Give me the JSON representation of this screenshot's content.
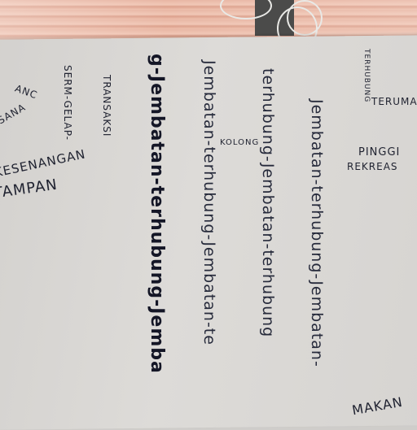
{
  "board_texts": {
    "col1": "g-Jembatan-terhubung-Jemba",
    "col2": "Jembatan-terhubung-Jembatan-te",
    "col3": "terhubung-Jembatan-terhubung",
    "col4": "Jembatan-terhubung-Jembatan-",
    "kolong": "KOLONG",
    "terhubung_small": "TERHUBUNG",
    "transaksi": "TRANSAKSI",
    "seram_gelap": "SERM-GELAP-",
    "anc": "ANC",
    "suasana_partial": "SUASANA",
    "kesenangan": "KESENANGAN",
    "tampan": "TAMPAN",
    "terumah": "TERUMAH",
    "pinggir": "PINGGI",
    "rekreasi": "REKREAS",
    "makan": "MAKAN"
  },
  "colors": {
    "roof": "#e8b6a4",
    "board": "#d6d4d1",
    "ink": "#1f2230",
    "pole": "#4b4b4a"
  }
}
